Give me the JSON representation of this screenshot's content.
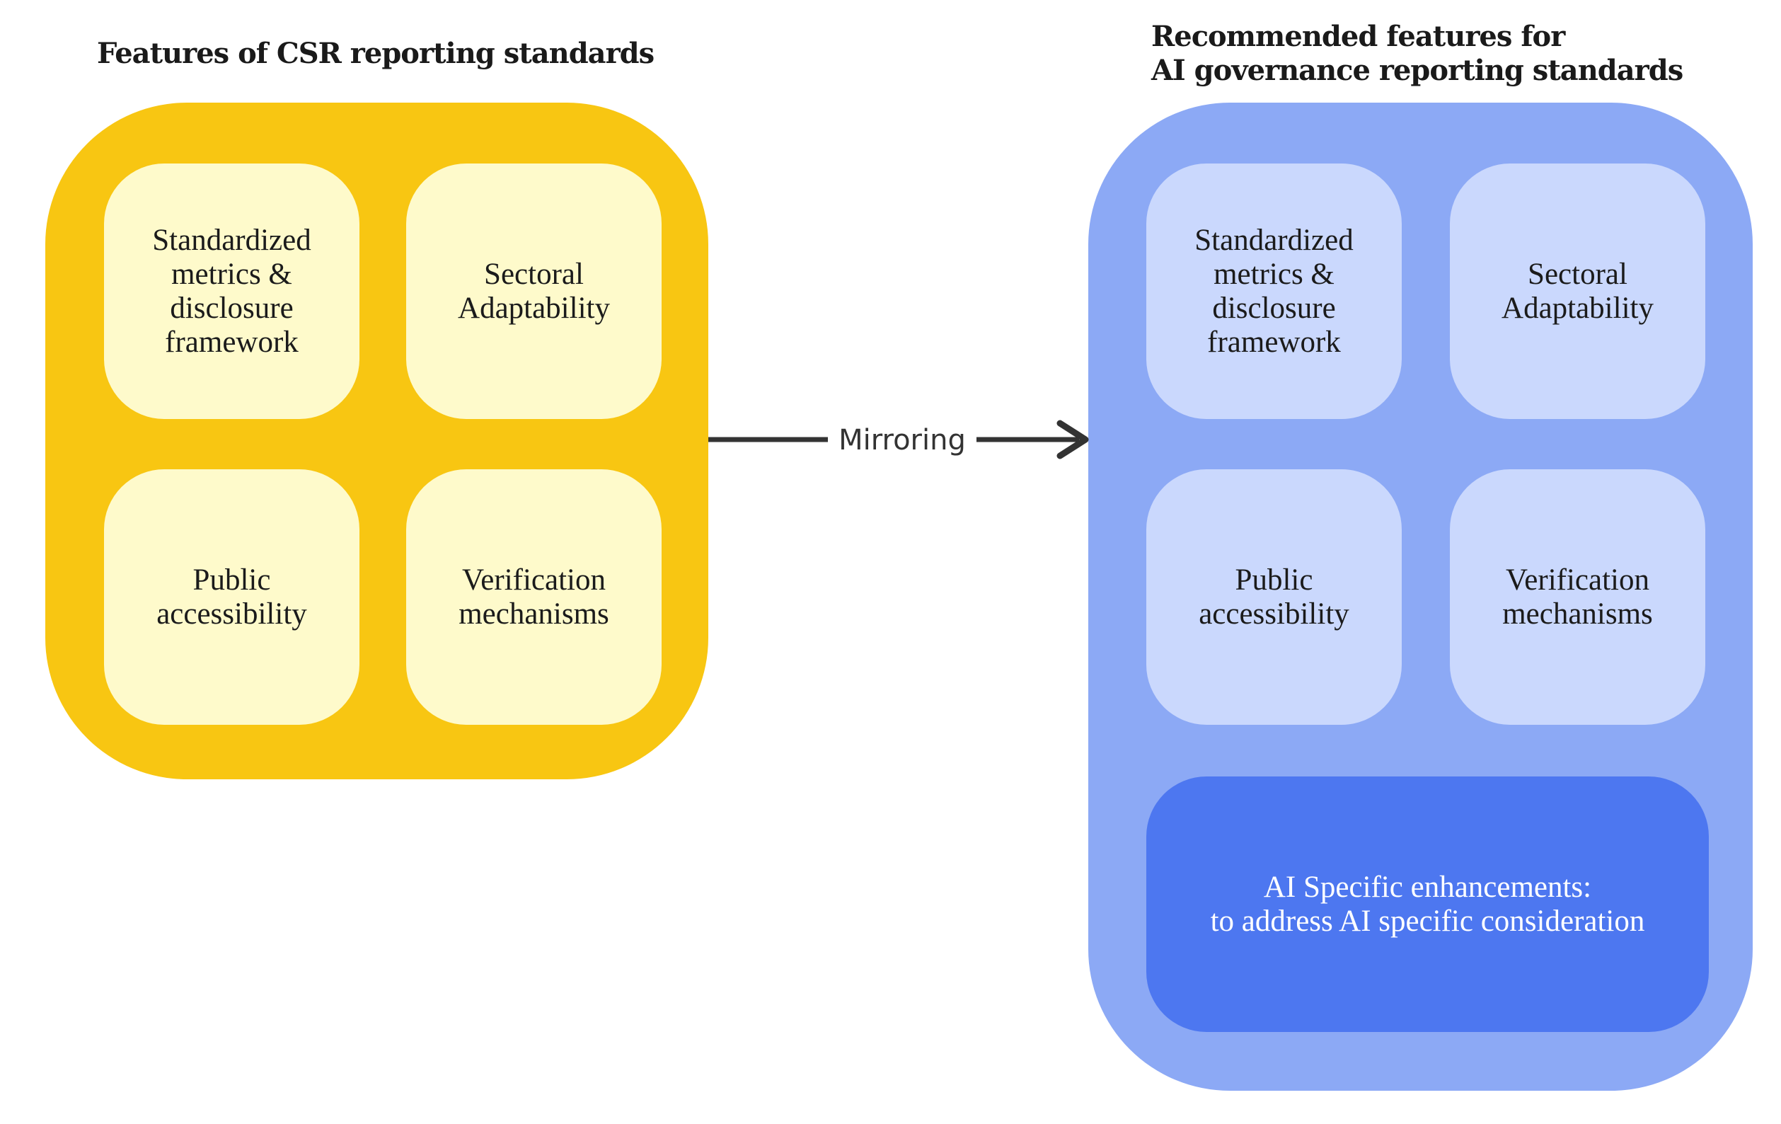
{
  "left_panel": {
    "title": "Features of CSR reporting standards",
    "color": "#F8C612",
    "card_color": "#FEFACB",
    "cards": [
      {
        "label": "Standardized\nmetrics &\ndisclosure\nframework"
      },
      {
        "label": "Sectoral\nAdaptability"
      },
      {
        "label": "Public\naccessibility"
      },
      {
        "label": "Verification\nmechanisms"
      }
    ]
  },
  "connector": {
    "label": "Mirroring",
    "direction": "left-to-right",
    "color": "#333333"
  },
  "right_panel": {
    "title": "Recommended features for\nAI governance reporting standards",
    "color": "#8CA9F5",
    "card_color": "#CAD8FD",
    "cards": [
      {
        "label": "Standardized\nmetrics &\ndisclosure\nframework"
      },
      {
        "label": "Sectoral\nAdaptability"
      },
      {
        "label": "Public\naccessibility"
      },
      {
        "label": "Verification\nmechanisms"
      }
    ],
    "highlight_card": {
      "label": "AI Specific enhancements:\nto address AI specific consideration",
      "color": "#4D77F0"
    }
  }
}
